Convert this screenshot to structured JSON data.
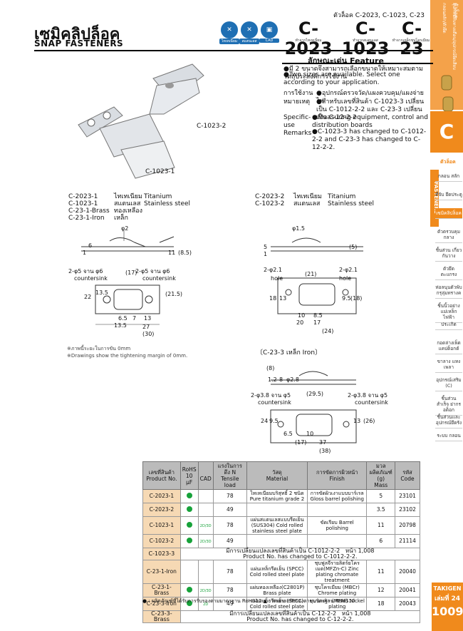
{
  "header": {
    "title_th": "เซมิคลิปล็อค",
    "title_en": "SNAP  FASTENERS",
    "top_codes": "ตัวล็อค   C-2023, C-1023, C-23",
    "badges": [
      {
        "icon": "thai-text-icon",
        "label": "ไทเทเนี่ยม"
      },
      {
        "icon": "stainless-icon",
        "label": "สแตนเลส"
      },
      {
        "icon": "cad-icon",
        "label": "CAD"
      }
    ],
    "models": [
      {
        "code": "C-2023",
        "sub": "ทำจากไทเทเนี่ยม"
      },
      {
        "code": "C-1023",
        "sub": "ทำจากสแตนเลส"
      },
      {
        "code": "C-23",
        "sub": "ทำจากเหล็กชุบโครเมียม"
      }
    ]
  },
  "photo_labels": [
    "C-1023-2",
    "C-1023-1"
  ],
  "feature": {
    "heading": "ลักษณะเด่น   Feature",
    "th1": "●มี 2 ขนาดจึงสามารถเลือกขนาดให้เหมาะสมตามวัตถุประสงค์การใช้งาน",
    "en1": "●Two sizes are available. Select one according to your application.",
    "use_label_th": "การใช้งาน",
    "use_th": "●อุปกรณ์ตรวจวัด/แผงควบคุม/แผงจ่ายไฟ",
    "remark_label_th": "หมายเหตุ",
    "remark_th": "●สำหรับเลขที่สินค้า C-1023-3 เปลี่ยนเป็น C-1012-2-2 และ C-23-3 เปลี่ยนเป็น C-12-2-2",
    "use_label_en": "Specific-use Remarks",
    "use_en": "●Measuring equipment, control and distribution boards",
    "remark_en": "●C-1023-3 has changed to C-1012-2-2 and C-23-3 has changed to C-12-2-2."
  },
  "drawing1": {
    "models": "C-2023-1\nC-1023-1\nC-23-1-Brass\nC-23-1-Iron",
    "mat_th": "ไทเทเนียม\nสแตนเลส\nทองเหลือง\nเหล็ก",
    "mat_en": "Titanium\nStainless steel",
    "hole": "2-φ5 จาน φ6",
    "countersink": "countersink",
    "dims": [
      "φ2",
      "6",
      "1",
      "(8.5)",
      "11",
      "(17)",
      "22",
      "13.5",
      "(21.5)",
      "6.5",
      "7",
      "13",
      "13.5",
      "27",
      "(30)",
      "2-φ5 จาน φ6",
      "countersink"
    ]
  },
  "drawing2": {
    "models": "C-2023-2\nC-1023-2",
    "mat_th": "ไทเทเนียม\nสแตนเลส",
    "mat_en": "Titanium\nStainless steel",
    "dims": [
      "φ1.5",
      "5",
      "1",
      "(5)",
      "2-φ2.1",
      "hole",
      "(21)",
      "2-φ2.1",
      "hole",
      "18",
      "13",
      "9.5",
      "(18)",
      "10",
      "20",
      "8.5",
      "17",
      "(24)"
    ]
  },
  "drawing3": {
    "title": "〔C-23-3 เหล็ก Iron〕",
    "dims": [
      "(8)",
      "1.2",
      "8",
      "φ2.8",
      "2-φ3.8 จาน φ5",
      "countersink",
      "(29.5)",
      "2-φ3.8 จาน φ5",
      "countersink",
      "24",
      "9.5",
      "(26)",
      "13",
      "6.5",
      "(17)",
      "10",
      "37",
      "(38)"
    ]
  },
  "drawing_note": "※ภาพนี้ระยะในการขัน 0mm\n※Drawings show the tightening margin of 0mm.",
  "table": {
    "headers": [
      {
        "th": "เลขที่สินค้า",
        "en": "Product No."
      },
      {
        "th": "RoHS",
        "en": "10 μF"
      },
      {
        "th": "",
        "en": "CAD"
      },
      {
        "th": "แรงในการดึง N",
        "en": "Tensile load"
      },
      {
        "th": "วัสดุ",
        "en": "Material"
      },
      {
        "th": "การขัดการผิวหน้า",
        "en": "Finish"
      },
      {
        "th": "มวลผลิตภัณฑ์ (g)",
        "en": "Mass"
      },
      {
        "th": "รหัส",
        "en": "Code"
      }
    ],
    "rows": [
      {
        "product": "C-2023-1",
        "rohs": "●",
        "cad": "",
        "load": "78",
        "material": "ไทเทเนียมบริสุทธิ์ 2 ชนิด Pure titanium grade 2",
        "finish": "การขัดผิวเงาแบบบาร์เรล Gloss barrel polishing",
        "mass": "5",
        "code": "23101"
      },
      {
        "product": "C-2023-2",
        "rohs": "●",
        "cad": "",
        "load": "49",
        "material": "",
        "finish": "",
        "mass": "3.5",
        "code": "23102"
      },
      {
        "product": "C-1023-1",
        "rohs": "●",
        "cad": "2D/3D",
        "load": "78",
        "material": "แผ่นสแตนเลสแบบรีดเย็น (SUS304) Cold rolled stainless steel plate",
        "finish": "ขัดเรียบ Barrel polishing",
        "mass": "11",
        "code": "20798"
      },
      {
        "product": "C-1023-2",
        "rohs": "●",
        "cad": "2D/3D",
        "load": "49",
        "material": "",
        "finish": "",
        "mass": "6",
        "code": "21114"
      },
      {
        "product": "C-1023-3",
        "note": "มีการเปลี่ยนแปลงเลขที่สินค้าเป็น C-1012-2-2   หน้า 1,008\nProduct No. has changed to C-1012-2-2."
      },
      {
        "product": "C-23-1-Iron",
        "rohs": "",
        "cad": "",
        "load": "78",
        "material": "แผ่นเหล็กรีดเย็น (SPCC) Cold rolled steel plate",
        "finish": "ชุบฟูลจีรายลิตร์ยโครเมต(MFZn-C) Zinc plating chromate treatment",
        "mass": "11",
        "code": "20040"
      },
      {
        "product": "C-23-1-Brass",
        "rohs": "●",
        "cad": "2D/3D",
        "load": "78",
        "material": "แผ่นทองเหลือง(C2801P) Brass plate",
        "finish": "ชุบโครเมียม (MBCr) Chrome plating",
        "mass": "12",
        "code": "20041"
      },
      {
        "product": "C-23-3-Iron",
        "rohs": "●",
        "cad": "2D",
        "load": "49",
        "material": "แผ่นเหล็กรีดเย็น (SPCC) Cold rolled steel plate",
        "finish": "ชุบนิกเกิล (MFNi) Nickel plating",
        "mass": "18",
        "code": "20043"
      },
      {
        "product": "C-23-3-Brass",
        "note": "มีการเปลี่ยนแปลงเลขที่สินค้าเป็น C-12-2-2   หน้า 1,008\nProduct No. has changed to C-12-2-2."
      }
    ]
  },
  "footer_note": "● : ผลิตภัณฑ์ที่ได้รับการรับรองตามมาตรฐาน RoHS10   ▲ : สามารถรับรองตามมาตรฐาน RoHS10",
  "sidebar": {
    "top_labels": [
      "ตัวล็อค",
      "กลอนสลัก/ตัวยึด",
      "อุปกรณ์ทึบทางเดือน/อุปกรณ์ยึดเสียบ"
    ],
    "big_letter": "C",
    "fasteners": "FASTENERS",
    "section": "ตัวล็อค",
    "items": [
      "กลอน สลัก",
      "ที่จับ ยึดประตู",
      "เซมิคลิปล็อค",
      "ตัวตรวบคุม กลาง",
      "ชิ้นส่วน เกี่ยวกันวาง",
      "ตัวยึด ตะแกรง",
      "ห่อลนุนตัวพับ กรุลุ่มทรางค",
      "ชิ้นนิ้วอย่าง แม่เหล็กไฟฟ้า",
      "ประเกิด",
      "กอดล่างเพ็ด แคปด็อกต์",
      "ขาลาง แทงเพลา",
      "อุปกรณ์เสริม (C)",
      "ชิ้นส่วนสำเร็จ ย่ากรอด็อก",
      "ชิ้นส่วนเเละ อุปกรณ์ยึดรัง",
      "ระบบ กลอน"
    ],
    "brand": "TAKIGEN",
    "edition": "เล่มที่ 24",
    "page": "1009"
  }
}
